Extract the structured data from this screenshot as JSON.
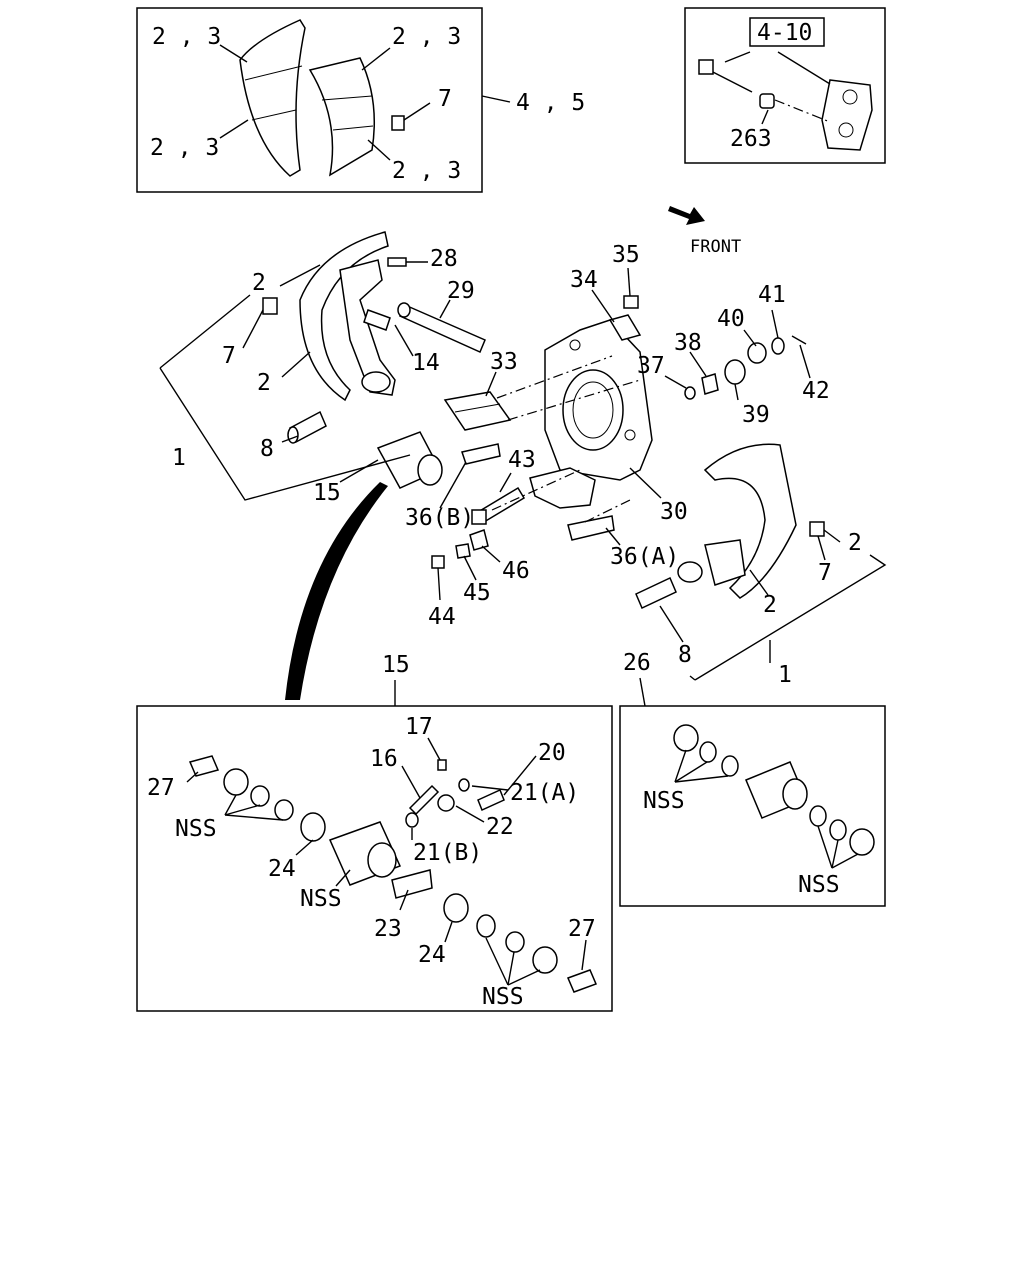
{
  "callouts": {
    "lining_box": {
      "tl": "2 , 3",
      "tr": "2 , 3",
      "bl": "2 , 3",
      "br": "2 , 3",
      "rivet": "7",
      "group": "4 , 5"
    },
    "ref_box": {
      "ref": "4-10",
      "washer": "263"
    },
    "front": "FRONT",
    "main": {
      "c28": "28",
      "c29": "29",
      "c2a": "2",
      "c7a": "7",
      "c2b": "2",
      "c14": "14",
      "c1a": "1",
      "c8a": "8",
      "c33": "33",
      "c34": "34",
      "c35": "35",
      "c15": "15",
      "c36b": "36(B)",
      "c43": "43",
      "c30": "30",
      "c37": "37",
      "c38": "38",
      "c40": "40",
      "c41": "41",
      "c42": "42",
      "c39": "39",
      "c36a": "36(A)",
      "c46": "46",
      "c45": "45",
      "c44": "44",
      "c2c": "2",
      "c7b": "7",
      "c2d": "2",
      "c8b": "8",
      "c1b": "1",
      "c15b": "15",
      "c26": "26"
    },
    "cyl_box": {
      "c17": "17",
      "c16": "16",
      "c20": "20",
      "c21a": "21(A)",
      "c22": "22",
      "c21b": "21(B)",
      "c27a": "27",
      "nss1": "NSS",
      "c24a": "24",
      "nss2": "NSS",
      "c23": "23",
      "c24b": "24",
      "c27b": "27",
      "nss3": "NSS"
    },
    "kit_box": {
      "nss1": "NSS",
      "nss2": "NSS"
    }
  }
}
